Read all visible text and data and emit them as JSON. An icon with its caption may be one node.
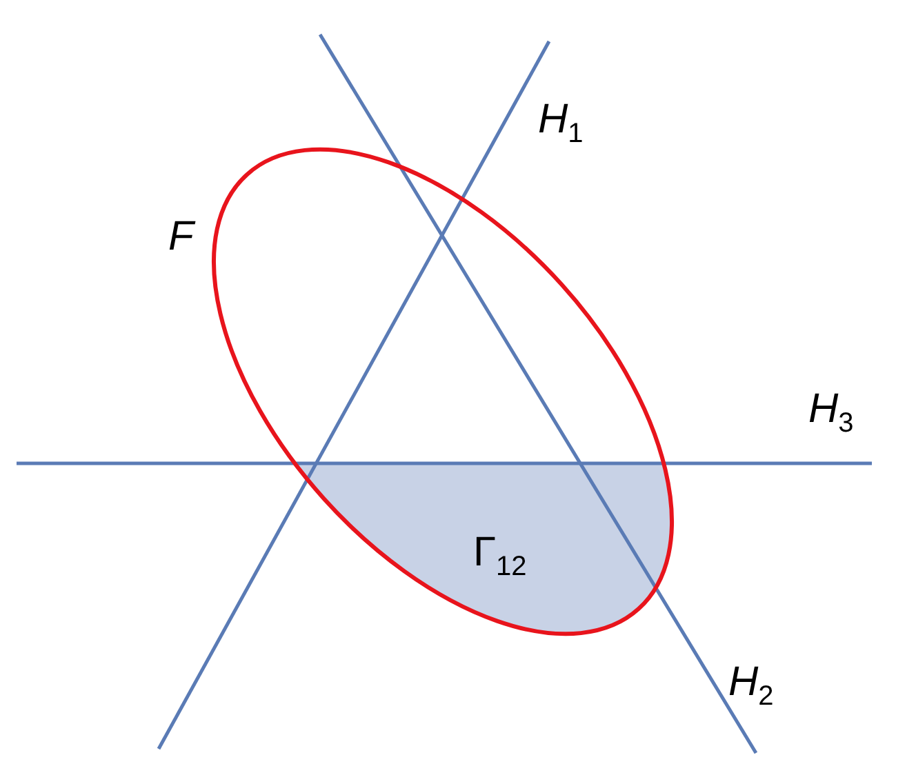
{
  "diagram": {
    "labels": [
      "F",
      "H$_{1}$",
      "H$_{3}$",
      "Γ$_{12}$",
      "H$_{2}$"
    ]
  }
}
